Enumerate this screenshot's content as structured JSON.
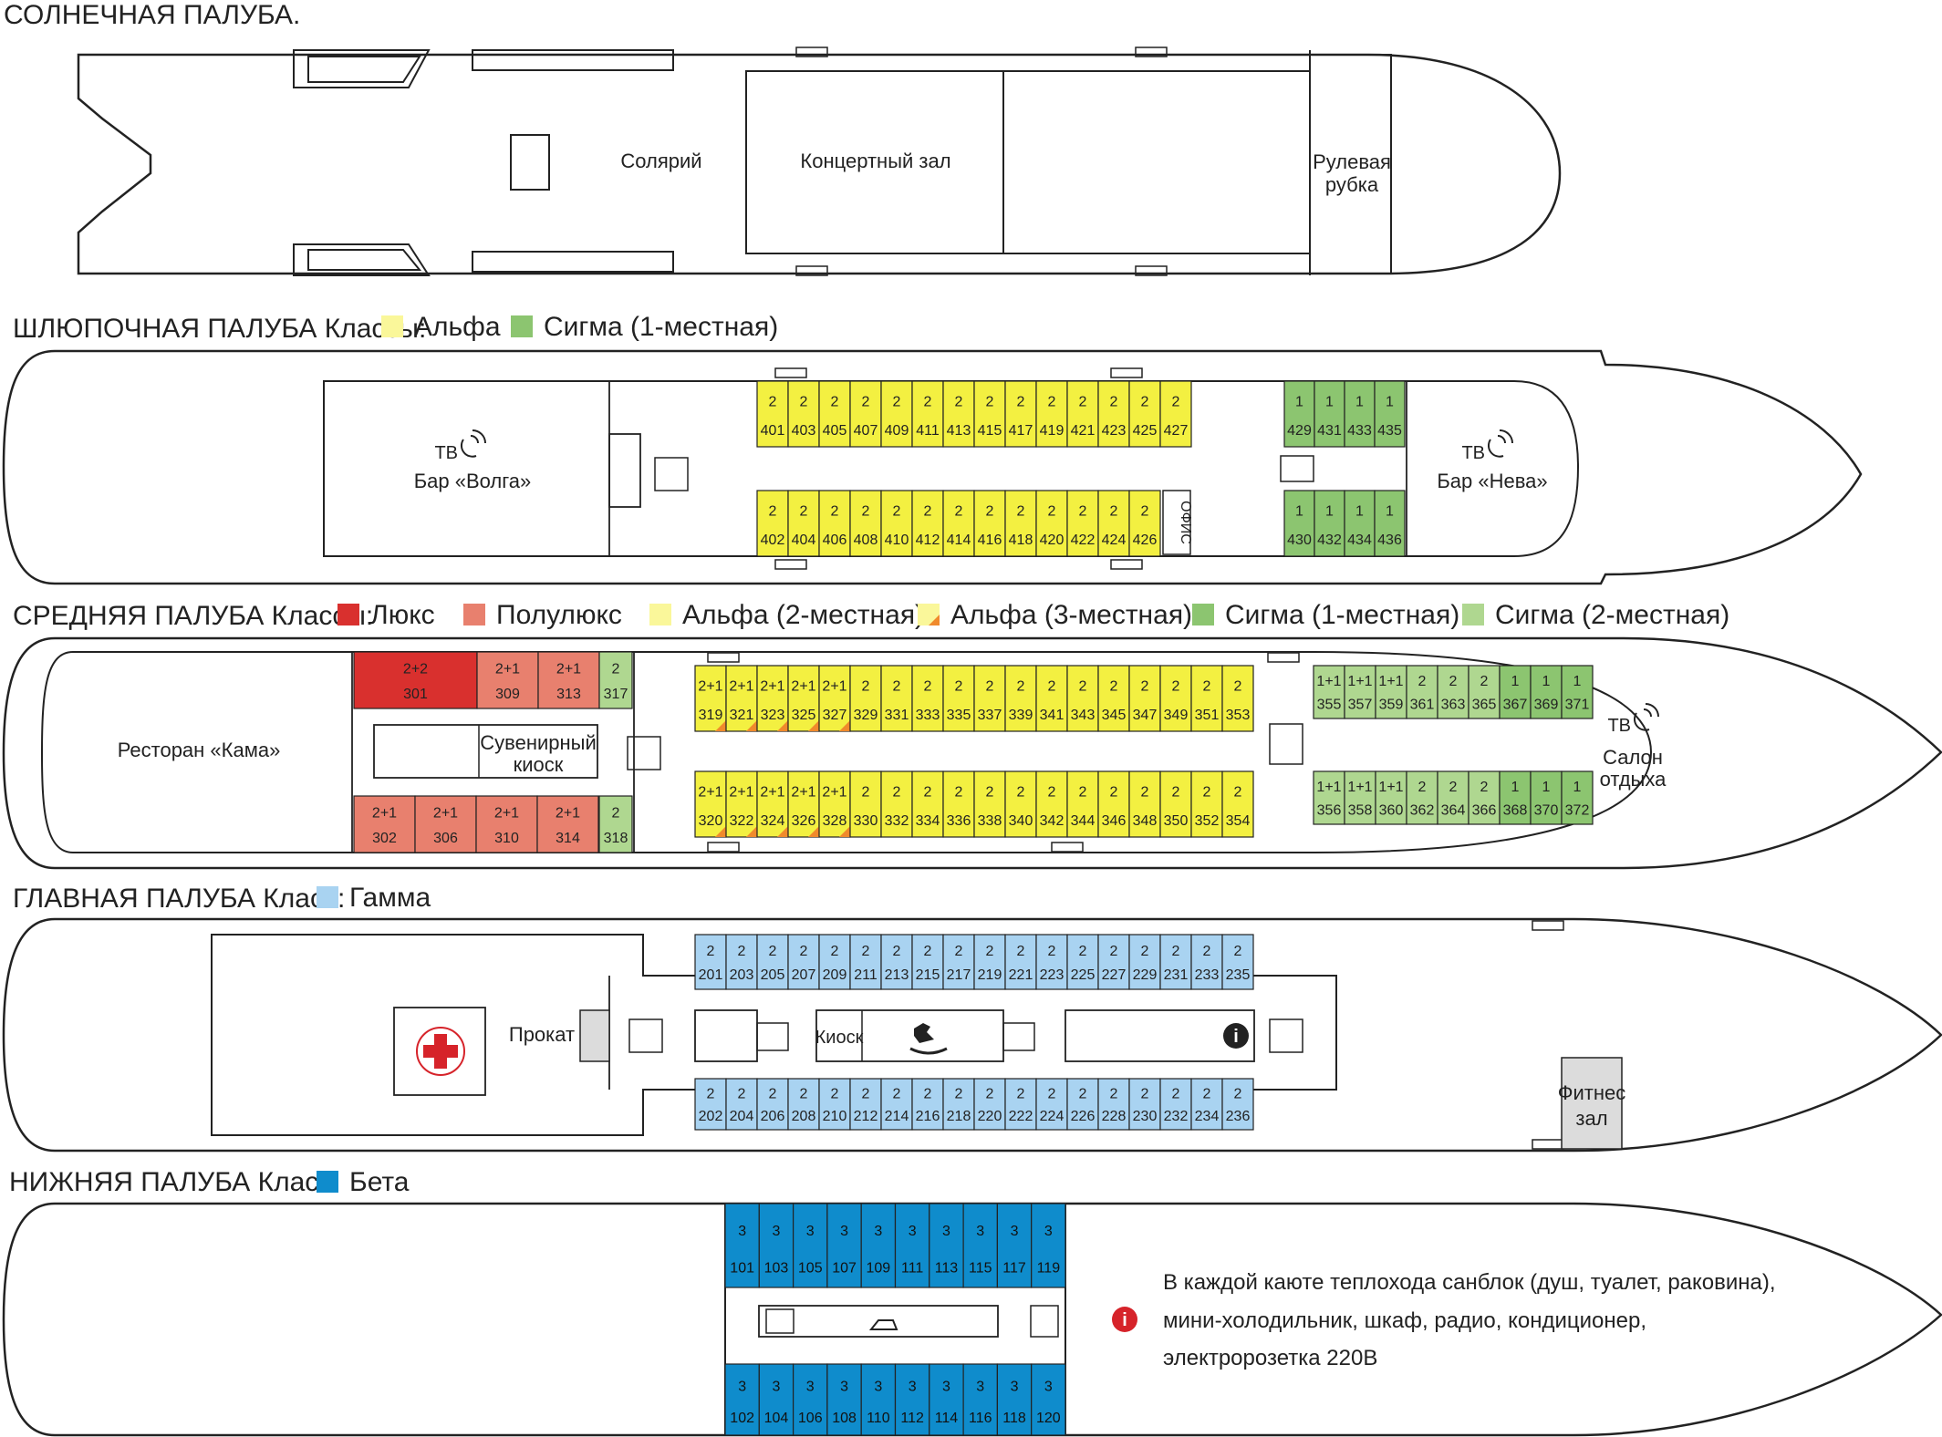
{
  "colors": {
    "lux": "#d9302e",
    "semilux": "#e8806e",
    "alpha": "#f3f041",
    "alpha_legend": "#faf79a",
    "sigma1": "#8cc570",
    "sigma2": "#afd790",
    "gamma": "#a9d3f1",
    "beta": "#0f8ccc",
    "info_red": "#d6232a"
  },
  "sun_deck": {
    "title": "СОЛНЕЧНАЯ ПАЛУБА.",
    "solarium": "Солярий",
    "concert_hall": "Концертный зал",
    "wheelhouse_l1": "Рулевая",
    "wheelhouse_l2": "рубка"
  },
  "boat_deck": {
    "title": "ШЛЮПОЧНАЯ ПАЛУБА Классы:",
    "legend": [
      {
        "label": "Альфа",
        "color": "#faf79a"
      },
      {
        "label": "Сигма (1-местная)",
        "color": "#8cc570"
      }
    ],
    "tv": "ТВ",
    "bar_volga": "Бар «Волга»",
    "bar_neva": "Бар «Нева»",
    "office": "ОФИС",
    "top_row": [
      {
        "b": "2",
        "n": "401"
      },
      {
        "b": "2",
        "n": "403"
      },
      {
        "b": "2",
        "n": "405"
      },
      {
        "b": "2",
        "n": "407"
      },
      {
        "b": "2",
        "n": "409"
      },
      {
        "b": "2",
        "n": "411"
      },
      {
        "b": "2",
        "n": "413"
      },
      {
        "b": "2",
        "n": "415"
      },
      {
        "b": "2",
        "n": "417"
      },
      {
        "b": "2",
        "n": "419"
      },
      {
        "b": "2",
        "n": "421"
      },
      {
        "b": "2",
        "n": "423"
      },
      {
        "b": "2",
        "n": "425"
      },
      {
        "b": "2",
        "n": "427"
      }
    ],
    "bottom_row": [
      {
        "b": "2",
        "n": "402"
      },
      {
        "b": "2",
        "n": "404"
      },
      {
        "b": "2",
        "n": "406"
      },
      {
        "b": "2",
        "n": "408"
      },
      {
        "b": "2",
        "n": "410"
      },
      {
        "b": "2",
        "n": "412"
      },
      {
        "b": "2",
        "n": "414"
      },
      {
        "b": "2",
        "n": "416"
      },
      {
        "b": "2",
        "n": "418"
      },
      {
        "b": "2",
        "n": "420"
      },
      {
        "b": "2",
        "n": "422"
      },
      {
        "b": "2",
        "n": "424"
      },
      {
        "b": "2",
        "n": "426"
      }
    ],
    "sigma_top": [
      {
        "b": "1",
        "n": "429"
      },
      {
        "b": "1",
        "n": "431"
      },
      {
        "b": "1",
        "n": "433"
      },
      {
        "b": "1",
        "n": "435"
      }
    ],
    "sigma_bottom": [
      {
        "b": "1",
        "n": "430"
      },
      {
        "b": "1",
        "n": "432"
      },
      {
        "b": "1",
        "n": "434"
      },
      {
        "b": "1",
        "n": "436"
      }
    ]
  },
  "middle_deck": {
    "title": "СРЕДНЯЯ ПАЛУБА  Классы:",
    "legend": [
      {
        "label": "Люкс",
        "color": "#d9302e"
      },
      {
        "label": "Полулюкс",
        "color": "#e8806e"
      },
      {
        "label": "Альфа (2-местная)",
        "color": "#faf79a"
      },
      {
        "label": "Альфа (3-местная)",
        "color": "#faf79a"
      },
      {
        "label": "Сигма (1-местная)",
        "color": "#8cc570"
      },
      {
        "label": "Сигма (2-местная)",
        "color": "#afd790"
      }
    ],
    "restaurant": "Ресторан «Кама»",
    "kiosk_l1": "Сувенирный",
    "kiosk_l2": "киоск",
    "tv": "ТВ",
    "lounge_l1": "Салон",
    "lounge_l2": "отдыха",
    "fore_top": [
      {
        "b": "2+2",
        "n": "301",
        "cls": "lux"
      },
      {
        "b": "2+1",
        "n": "309",
        "cls": "semilux"
      },
      {
        "b": "2+1",
        "n": "313",
        "cls": "semilux"
      },
      {
        "b": "2",
        "n": "317",
        "cls": "sigma2"
      }
    ],
    "fore_bottom": [
      {
        "b": "2+1",
        "n": "302",
        "cls": "semilux"
      },
      {
        "b": "2+1",
        "n": "306",
        "cls": "semilux"
      },
      {
        "b": "2+1",
        "n": "310",
        "cls": "semilux"
      },
      {
        "b": "2+1",
        "n": "314",
        "cls": "semilux"
      },
      {
        "b": "2",
        "n": "318",
        "cls": "sigma2"
      }
    ],
    "mid_top": [
      {
        "b": "2+1",
        "n": "319",
        "cls": "alpha3"
      },
      {
        "b": "2+1",
        "n": "321",
        "cls": "alpha3"
      },
      {
        "b": "2+1",
        "n": "323",
        "cls": "alpha3"
      },
      {
        "b": "2+1",
        "n": "325",
        "cls": "alpha3"
      },
      {
        "b": "2+1",
        "n": "327",
        "cls": "alpha3"
      },
      {
        "b": "2",
        "n": "329",
        "cls": "alpha"
      },
      {
        "b": "2",
        "n": "331",
        "cls": "alpha"
      },
      {
        "b": "2",
        "n": "333",
        "cls": "alpha"
      },
      {
        "b": "2",
        "n": "335",
        "cls": "alpha"
      },
      {
        "b": "2",
        "n": "337",
        "cls": "alpha"
      },
      {
        "b": "2",
        "n": "339",
        "cls": "alpha"
      },
      {
        "b": "2",
        "n": "341",
        "cls": "alpha"
      },
      {
        "b": "2",
        "n": "343",
        "cls": "alpha"
      },
      {
        "b": "2",
        "n": "345",
        "cls": "alpha"
      },
      {
        "b": "2",
        "n": "347",
        "cls": "alpha"
      },
      {
        "b": "2",
        "n": "349",
        "cls": "alpha"
      },
      {
        "b": "2",
        "n": "351",
        "cls": "alpha"
      },
      {
        "b": "2",
        "n": "353",
        "cls": "alpha"
      }
    ],
    "mid_bottom": [
      {
        "b": "2+1",
        "n": "320",
        "cls": "alpha3"
      },
      {
        "b": "2+1",
        "n": "322",
        "cls": "alpha3"
      },
      {
        "b": "2+1",
        "n": "324",
        "cls": "alpha3"
      },
      {
        "b": "2+1",
        "n": "326",
        "cls": "alpha3"
      },
      {
        "b": "2+1",
        "n": "328",
        "cls": "alpha3"
      },
      {
        "b": "2",
        "n": "330",
        "cls": "alpha"
      },
      {
        "b": "2",
        "n": "332",
        "cls": "alpha"
      },
      {
        "b": "2",
        "n": "334",
        "cls": "alpha"
      },
      {
        "b": "2",
        "n": "336",
        "cls": "alpha"
      },
      {
        "b": "2",
        "n": "338",
        "cls": "alpha"
      },
      {
        "b": "2",
        "n": "340",
        "cls": "alpha"
      },
      {
        "b": "2",
        "n": "342",
        "cls": "alpha"
      },
      {
        "b": "2",
        "n": "344",
        "cls": "alpha"
      },
      {
        "b": "2",
        "n": "346",
        "cls": "alpha"
      },
      {
        "b": "2",
        "n": "348",
        "cls": "alpha"
      },
      {
        "b": "2",
        "n": "350",
        "cls": "alpha"
      },
      {
        "b": "2",
        "n": "352",
        "cls": "alpha"
      },
      {
        "b": "2",
        "n": "354",
        "cls": "alpha"
      }
    ],
    "aft_top": [
      {
        "b": "1+1",
        "n": "355",
        "cls": "sigma2"
      },
      {
        "b": "1+1",
        "n": "357",
        "cls": "sigma2"
      },
      {
        "b": "1+1",
        "n": "359",
        "cls": "sigma2"
      },
      {
        "b": "2",
        "n": "361",
        "cls": "sigma2"
      },
      {
        "b": "2",
        "n": "363",
        "cls": "sigma2"
      },
      {
        "b": "2",
        "n": "365",
        "cls": "sigma2"
      },
      {
        "b": "1",
        "n": "367",
        "cls": "sigma1"
      },
      {
        "b": "1",
        "n": "369",
        "cls": "sigma1"
      },
      {
        "b": "1",
        "n": "371",
        "cls": "sigma1"
      }
    ],
    "aft_bottom": [
      {
        "b": "1+1",
        "n": "356",
        "cls": "sigma2"
      },
      {
        "b": "1+1",
        "n": "358",
        "cls": "sigma2"
      },
      {
        "b": "1+1",
        "n": "360",
        "cls": "sigma2"
      },
      {
        "b": "2",
        "n": "362",
        "cls": "sigma2"
      },
      {
        "b": "2",
        "n": "364",
        "cls": "sigma2"
      },
      {
        "b": "2",
        "n": "366",
        "cls": "sigma2"
      },
      {
        "b": "1",
        "n": "368",
        "cls": "sigma1"
      },
      {
        "b": "1",
        "n": "370",
        "cls": "sigma1"
      },
      {
        "b": "1",
        "n": "372",
        "cls": "sigma1"
      }
    ]
  },
  "main_deck": {
    "title": "ГЛАВНАЯ ПАЛУБА Класс:",
    "legend": [
      {
        "label": "Гамма",
        "color": "#a9d3f1"
      }
    ],
    "rental": "Прокат",
    "kiosk": "Киоск",
    "fitness_l1": "Фитнес",
    "fitness_l2": "зал",
    "info_icon": "i",
    "top_row": [
      {
        "b": "2",
        "n": "201"
      },
      {
        "b": "2",
        "n": "203"
      },
      {
        "b": "2",
        "n": "205"
      },
      {
        "b": "2",
        "n": "207"
      },
      {
        "b": "2",
        "n": "209"
      },
      {
        "b": "2",
        "n": "211"
      },
      {
        "b": "2",
        "n": "213"
      },
      {
        "b": "2",
        "n": "215"
      },
      {
        "b": "2",
        "n": "217"
      },
      {
        "b": "2",
        "n": "219"
      },
      {
        "b": "2",
        "n": "221"
      },
      {
        "b": "2",
        "n": "223"
      },
      {
        "b": "2",
        "n": "225"
      },
      {
        "b": "2",
        "n": "227"
      },
      {
        "b": "2",
        "n": "229"
      },
      {
        "b": "2",
        "n": "231"
      },
      {
        "b": "2",
        "n": "233"
      },
      {
        "b": "2",
        "n": "235"
      }
    ],
    "bottom_row": [
      {
        "b": "2",
        "n": "202"
      },
      {
        "b": "2",
        "n": "204"
      },
      {
        "b": "2",
        "n": "206"
      },
      {
        "b": "2",
        "n": "208"
      },
      {
        "b": "2",
        "n": "210"
      },
      {
        "b": "2",
        "n": "212"
      },
      {
        "b": "2",
        "n": "214"
      },
      {
        "b": "2",
        "n": "216"
      },
      {
        "b": "2",
        "n": "218"
      },
      {
        "b": "2",
        "n": "220"
      },
      {
        "b": "2",
        "n": "222"
      },
      {
        "b": "2",
        "n": "224"
      },
      {
        "b": "2",
        "n": "226"
      },
      {
        "b": "2",
        "n": "228"
      },
      {
        "b": "2",
        "n": "230"
      },
      {
        "b": "2",
        "n": "232"
      },
      {
        "b": "2",
        "n": "234"
      },
      {
        "b": "2",
        "n": "236"
      }
    ]
  },
  "lower_deck": {
    "title": "НИЖНЯЯ ПАЛУБА Класс:",
    "legend": [
      {
        "label": "Бета",
        "color": "#0f8ccc"
      }
    ],
    "top_row": [
      {
        "b": "3",
        "n": "101"
      },
      {
        "b": "3",
        "n": "103"
      },
      {
        "b": "3",
        "n": "105"
      },
      {
        "b": "3",
        "n": "107"
      },
      {
        "b": "3",
        "n": "109"
      },
      {
        "b": "3",
        "n": "111"
      },
      {
        "b": "3",
        "n": "113"
      },
      {
        "b": "3",
        "n": "115"
      },
      {
        "b": "3",
        "n": "117"
      },
      {
        "b": "3",
        "n": "119"
      }
    ],
    "bottom_row": [
      {
        "b": "3",
        "n": "102"
      },
      {
        "b": "3",
        "n": "104"
      },
      {
        "b": "3",
        "n": "106"
      },
      {
        "b": "3",
        "n": "108"
      },
      {
        "b": "3",
        "n": "110"
      },
      {
        "b": "3",
        "n": "112"
      },
      {
        "b": "3",
        "n": "114"
      },
      {
        "b": "3",
        "n": "116"
      },
      {
        "b": "3",
        "n": "118"
      },
      {
        "b": "3",
        "n": "120"
      }
    ],
    "note_l1": "В каждой каюте теплохода санблок (душ, туалет, раковина),",
    "note_l2": "мини-холодильник, шкаф, радио, кондиционер,",
    "note_l3": "электророзетка 220В",
    "info_icon": "i"
  }
}
